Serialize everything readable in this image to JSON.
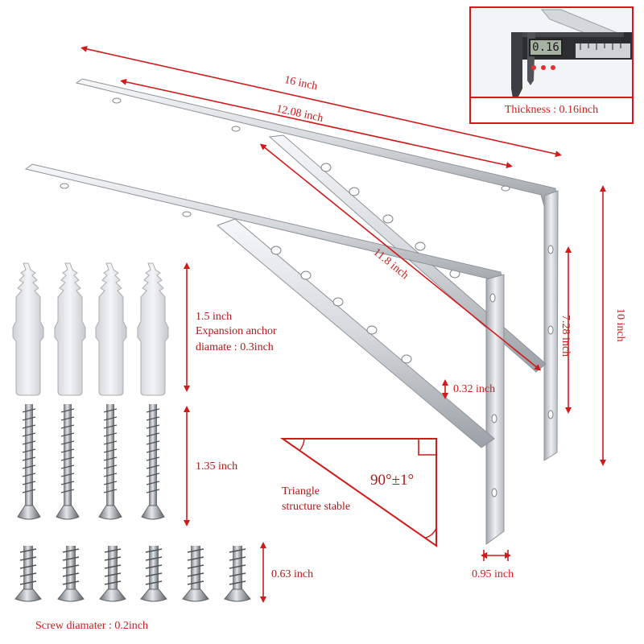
{
  "inset": {
    "caption": "Thickness : 0.16inch",
    "display_reading": "0.16"
  },
  "dimensions": {
    "overall_length": "16 inch",
    "top_arm_length": "12.08 inch",
    "brace_length": "11.8 inch",
    "arm_thickness": "0.32 inch",
    "vertical_leg": "7.28 inch",
    "overall_height": "10 inch",
    "width": "0.95 inch"
  },
  "hardware": {
    "anchor_length": "1.5 inch",
    "anchor_name": "Expansion anchor",
    "anchor_diameter": "diamate : 0.3inch",
    "long_screw_length": "1.35 inch",
    "short_screw_length": "0.63 inch",
    "screw_diameter": "Screw diamater : 0.2inch"
  },
  "triangle": {
    "angle": "90°±1°",
    "caption_line1": "Triangle",
    "caption_line2": "structure stable"
  },
  "colors": {
    "accent": "#d11a1a",
    "steel_light": "#eceef0",
    "steel_mid": "#c3c7cc",
    "steel_dark": "#8d939a",
    "anchor": "#e9eaec"
  }
}
